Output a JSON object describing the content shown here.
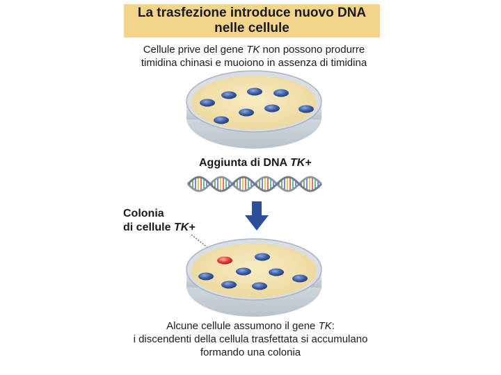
{
  "title": {
    "line1": "La trasfezione introduce nuovo DNA",
    "line2": "nelle cellule"
  },
  "caption_top": {
    "line1_pre": "Cellule prive del gene ",
    "line1_gene": "TK",
    "line1_post": " non possono produrre",
    "line2": "timidina chinasi e muoiono in assenza di timidina"
  },
  "dna_label": {
    "text": "Aggiunta di DNA ",
    "gene": "TK+"
  },
  "colony_label": {
    "line1": "Colonia",
    "line2_pre": "di cellule ",
    "line2_gene": "TK+"
  },
  "caption_bottom": {
    "line1_pre": "Alcune cellule assumono il gene ",
    "line1_gene": "TK",
    "line1_post": ":",
    "line2": "i discendenti della cellula trasfettata si accumulano",
    "line3": "formando una colonia"
  },
  "colors": {
    "title_bg": "#f2d48a",
    "agar": "#f3e2ae",
    "cell_blue": "#3c5ea8",
    "colony_red": "#e53a3a",
    "arrow": "#2b4f9a"
  }
}
